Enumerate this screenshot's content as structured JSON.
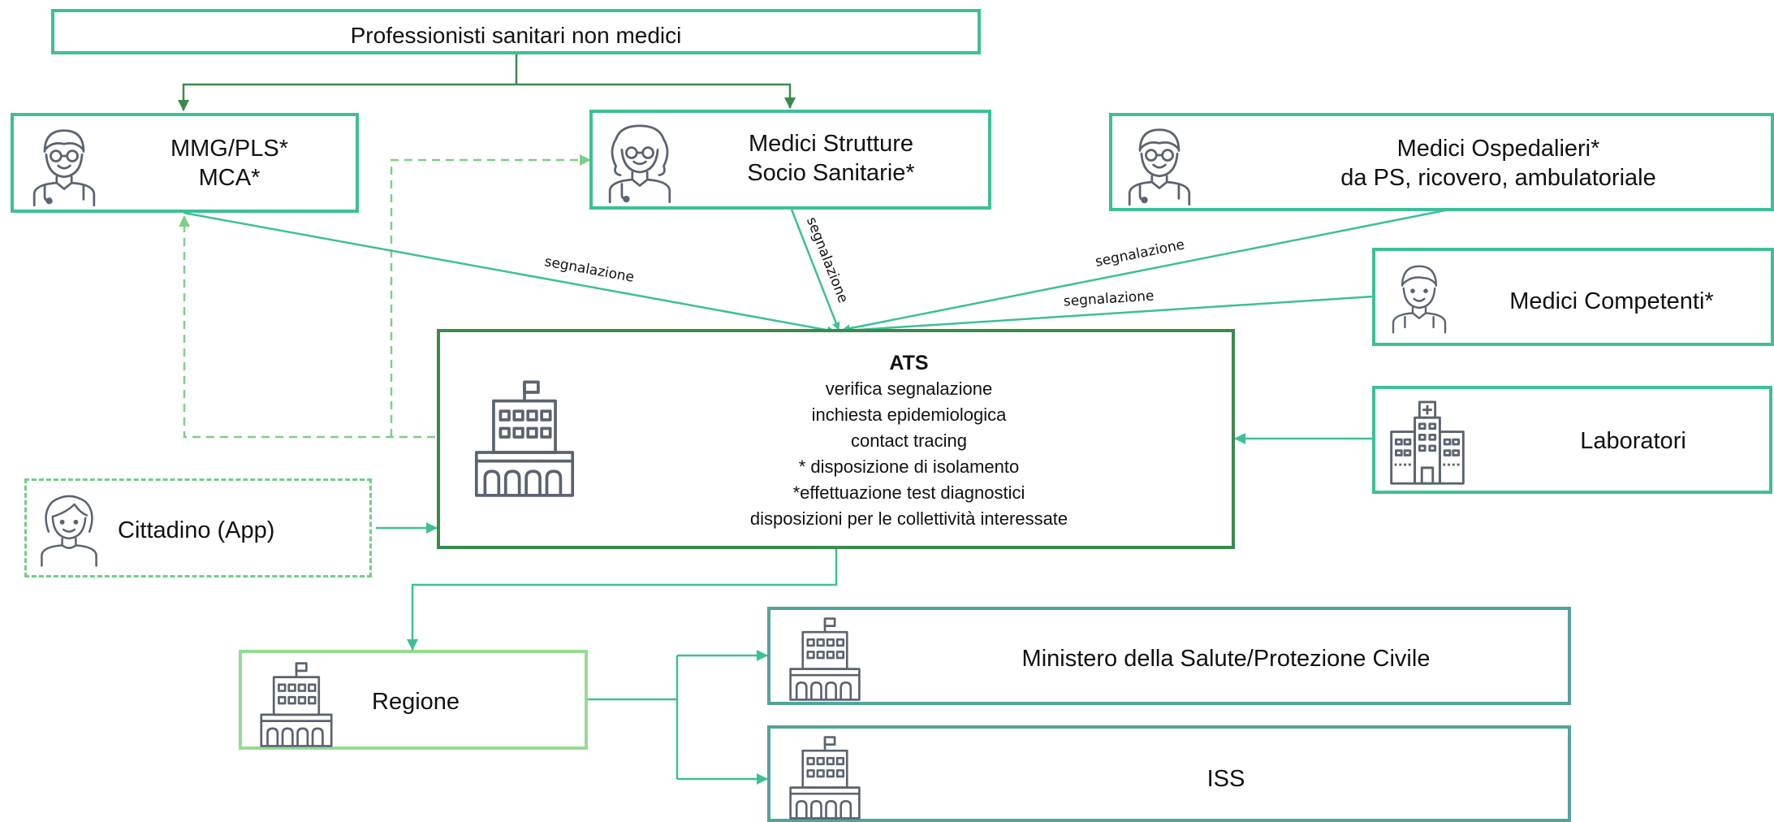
{
  "nodes": {
    "professionisti": {
      "label": "Professionisti sanitari non medici"
    },
    "mmg": {
      "line1": "MMG/PLS*",
      "line2": "MCA*"
    },
    "strutture": {
      "line1": "Medici Strutture",
      "line2": "Socio Sanitarie*"
    },
    "ospedalieri": {
      "line1": "Medici Ospedalieri*",
      "line2": "da PS, ricovero, ambulatoriale"
    },
    "competenti": {
      "label": "Medici Competenti*"
    },
    "laboratori": {
      "label": "Laboratori"
    },
    "cittadino": {
      "label": "Cittadino (App)"
    },
    "ats": {
      "title": "ATS",
      "items": [
        "verifica segnalazione",
        "inchiesta epidemiologica",
        "contact tracing",
        "* disposizione di isolamento",
        "*effettuazione test diagnostici",
        "disposizioni per le collettività interessate"
      ]
    },
    "regione": {
      "label": "Regione"
    },
    "ministero": {
      "label": "Ministero della Salute/Protezione Civile"
    },
    "iss": {
      "label": "ISS"
    }
  },
  "edges": {
    "mmg_ats": "segnalazione",
    "strutture_ats": "segnalazione",
    "ospedalieri_ats": "segnalazione",
    "competenti_ats": "segnalazione"
  },
  "icons": {
    "doctor_male": "doctor-icon",
    "doctor_female": "doctor-female-icon",
    "building": "building-icon",
    "hospital": "hospital-icon",
    "citizen": "citizen-icon"
  },
  "colors": {
    "teal": "#3dbf98",
    "dark_green": "#3a8a4e",
    "light_green": "#95dc91",
    "dashed_green": "#6fcf84",
    "icon_gray": "#5b6370"
  }
}
